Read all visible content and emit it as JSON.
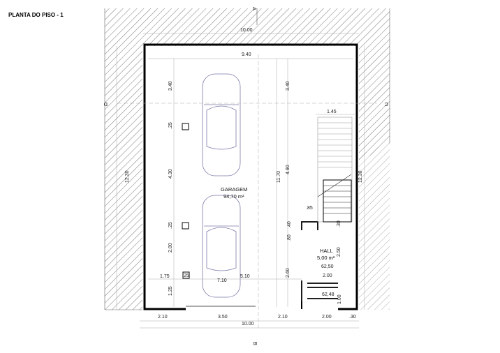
{
  "title": "PLANTA DO PISO - 1",
  "rooms": [
    {
      "id": "garagem",
      "name": "GARAGEM",
      "area": "94,70 m²"
    },
    {
      "id": "hall",
      "name": "HALL",
      "area": "5,00 m²"
    }
  ],
  "section_markers": {
    "a": "A",
    "b": "B",
    "c": "C",
    "d": "D"
  },
  "dimensions": {
    "top_overall": "10.00",
    "top_inner": "9.40",
    "left_height": "12.30",
    "right_height": "12.30",
    "inner_height": "11.70",
    "stair_width": "1.45",
    "bottom_overall": "10.00",
    "bottom_parts": [
      "2.10",
      "3.50",
      "2.10",
      "2.00",
      ".30"
    ],
    "left_col": [
      "3.40",
      ".25",
      "4.30",
      ".25",
      "2.00",
      "1.75",
      "1.25"
    ],
    "right_col": [
      "3.40",
      "4.90"
    ],
    "garage_width": "7.10",
    "garage_part": "5.10",
    "opening": "2.60",
    "small": [
      ".85",
      ".40",
      ".80",
      ".30"
    ],
    "hall_vert": "2.50",
    "hall_level": "62,50",
    "hall_width": "2.00",
    "entry_level": "62,48",
    "entry_height": "1.00",
    "small_box": "25"
  },
  "icons": [
    "car-icon",
    "car-icon"
  ]
}
